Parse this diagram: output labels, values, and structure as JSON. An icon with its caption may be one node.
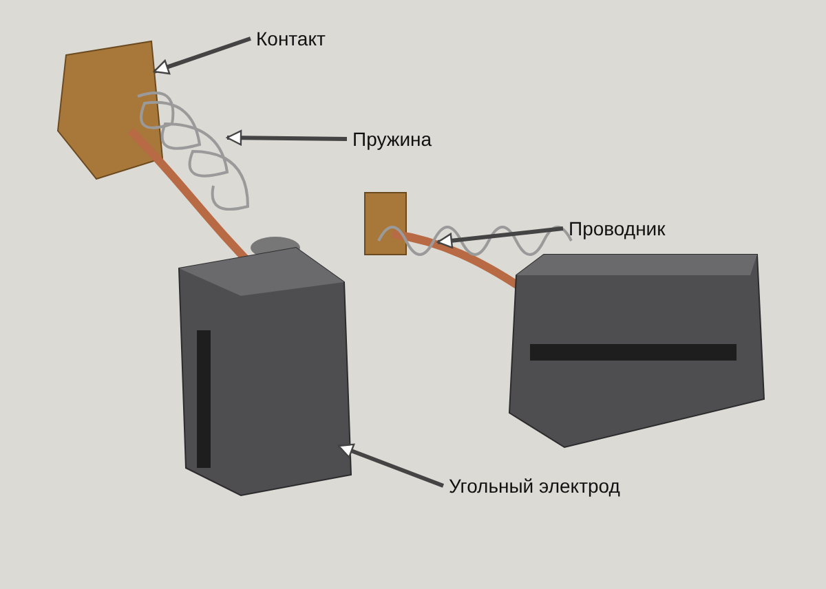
{
  "diagram": {
    "nodes": [
      {
        "text": [
          "Контакт"
        ]
      },
      {
        "text": [
          "Пружина"
        ]
      },
      {
        "text": [
          "Проводник"
        ]
      },
      {
        "text": [
          "Угольный электрод"
        ]
      }
    ],
    "edges": [
      {
        "from": 0,
        "to": null,
        "arrow": "to"
      },
      {
        "from": 1,
        "to": null,
        "arrow": "to"
      },
      {
        "from": 2,
        "to": null,
        "arrow": "to"
      },
      {
        "from": 3,
        "to": null,
        "arrow": "to"
      }
    ]
  }
}
